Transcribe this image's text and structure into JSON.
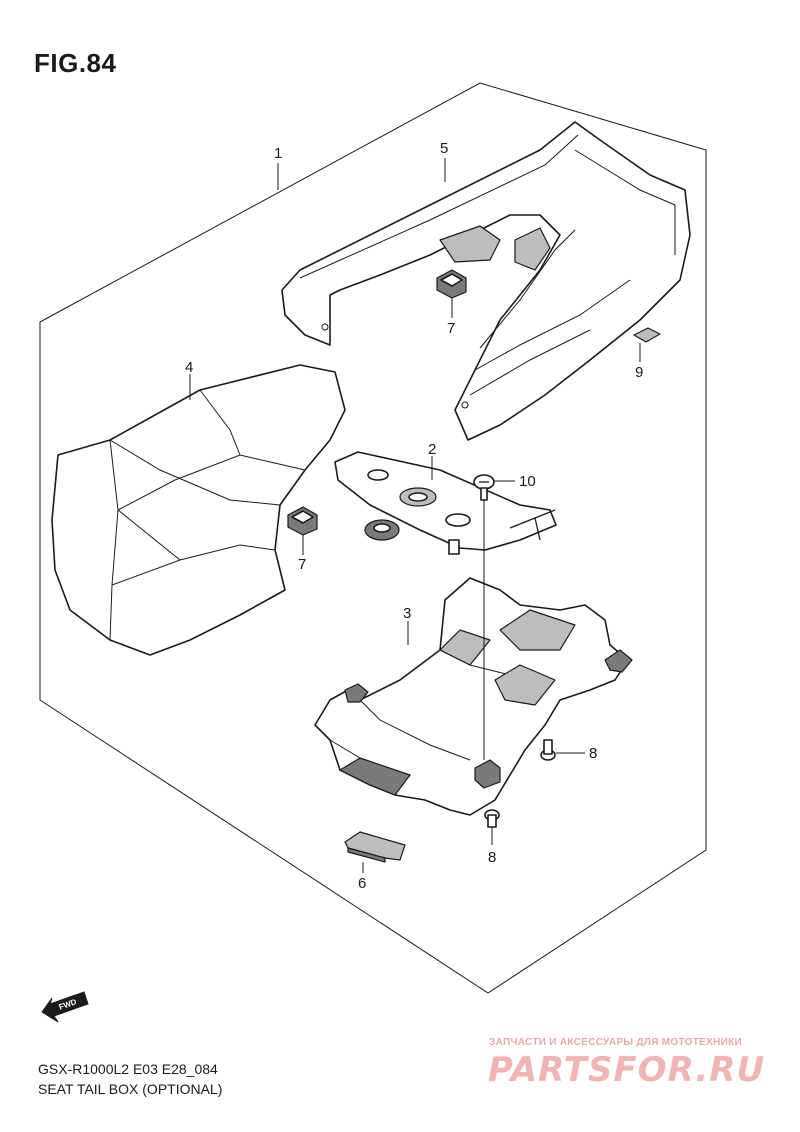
{
  "figure": {
    "title": "FIG.84"
  },
  "callouts": [
    {
      "id": "1",
      "label": "1"
    },
    {
      "id": "5",
      "label": "5"
    },
    {
      "id": "7a",
      "label": "7"
    },
    {
      "id": "9",
      "label": "9"
    },
    {
      "id": "4",
      "label": "4"
    },
    {
      "id": "2",
      "label": "2"
    },
    {
      "id": "10",
      "label": "10"
    },
    {
      "id": "7b",
      "label": "7"
    },
    {
      "id": "3",
      "label": "3"
    },
    {
      "id": "8a",
      "label": "8"
    },
    {
      "id": "8b",
      "label": "8"
    },
    {
      "id": "6",
      "label": "6"
    }
  ],
  "footer": {
    "model_code": "GSX-R1000L2 E03 E28_084",
    "description": "SEAT TAIL BOX (OPTIONAL)"
  },
  "direction_marker": {
    "label": "FWD"
  },
  "watermark": {
    "tagline": "ЗАПЧАСТИ И АКСЕССУАРЫ ДЛЯ МОТОТЕХНИКИ",
    "logo": "PARTSFOR.RU",
    "color": "#f2b3b3"
  }
}
